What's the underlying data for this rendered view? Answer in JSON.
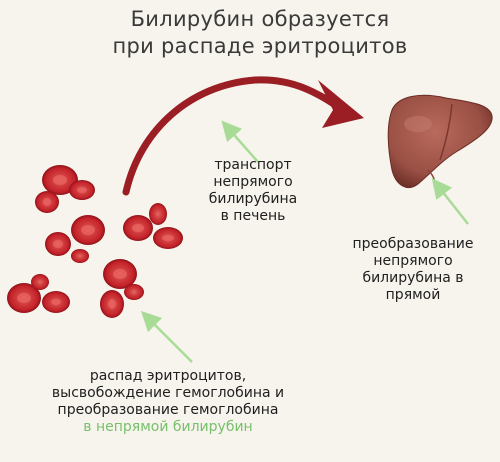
{
  "title": {
    "line1": "Билирубин образуется",
    "line2": "при распаде эритроцитов"
  },
  "labels": {
    "transport": [
      "транспорт",
      "непрямого",
      "билирубина",
      "в печень"
    ],
    "conversion": [
      "преобразование",
      "непрямого",
      "билирубина в",
      "прямой"
    ],
    "decay": [
      "распад эритроцитов,",
      "высвобождение гемоглобина и",
      "преобразование гемоглобина"
    ],
    "decay_highlight": "в непрямой билирубин"
  },
  "colors": {
    "arrow": "#9a1e24",
    "pointer": "#a8dc96",
    "cell": "#c8252c",
    "cell_center": "#e8605f",
    "liver": "#a0564a",
    "highlight": "#78c06a"
  },
  "icons": [
    "red-blood-cell-icon",
    "liver-icon",
    "curved-arrow-icon",
    "pointer-arrow-icon"
  ]
}
